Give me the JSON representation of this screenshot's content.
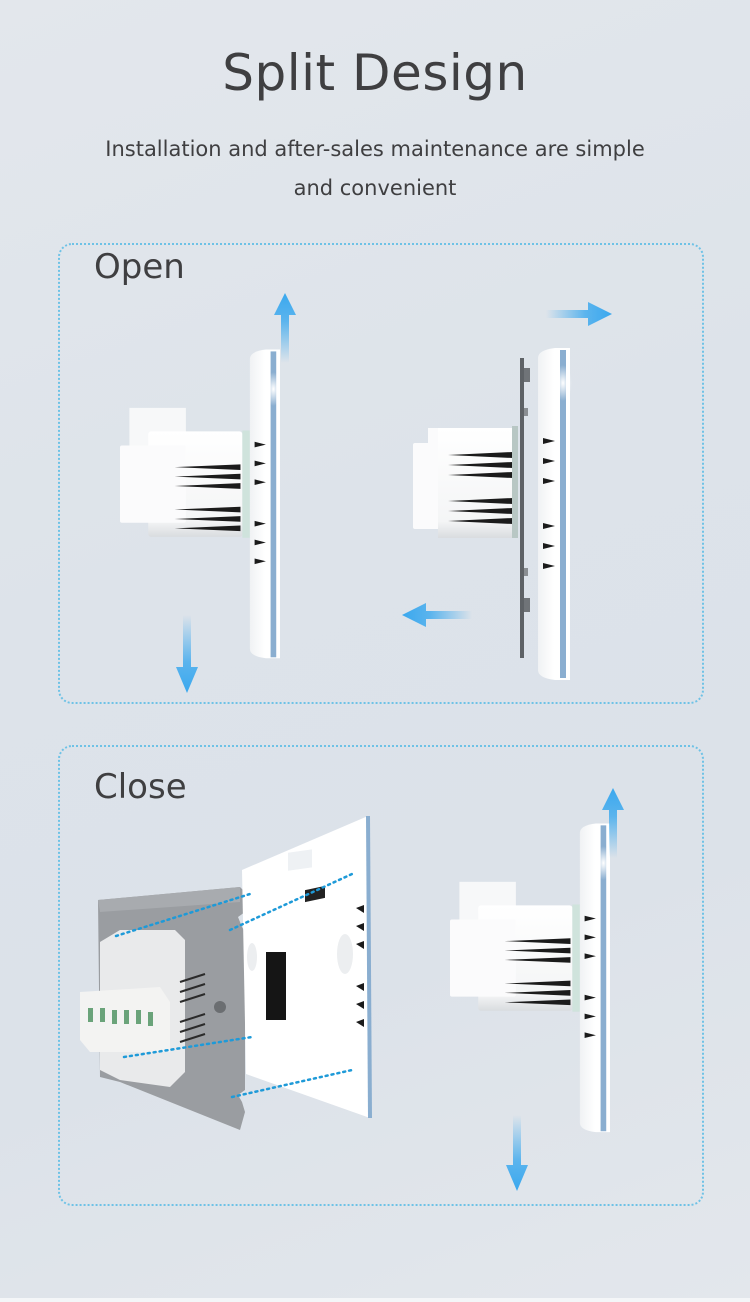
{
  "header": {
    "title": "Split Design",
    "subtitle_line1": "Installation and after-sales maintenance are simple",
    "subtitle_line2": "and convenient"
  },
  "sections": [
    {
      "label": "Open",
      "illustrations": [
        {
          "name": "switch-side-view-assembled",
          "arrows": [
            "up",
            "down"
          ]
        },
        {
          "name": "switch-side-view-separated",
          "arrows": [
            "right",
            "left"
          ]
        }
      ]
    },
    {
      "label": "Close",
      "illustrations": [
        {
          "name": "switch-exploded-view",
          "arrows": []
        },
        {
          "name": "switch-side-view-assembled",
          "arrows": [
            "up",
            "down"
          ]
        }
      ]
    }
  ],
  "colors": {
    "text": "#3f3f41",
    "accent_arrow": "#3aa8ee",
    "dotted_border": "#6ec2e6",
    "panel_edge": "#8aaed0"
  }
}
